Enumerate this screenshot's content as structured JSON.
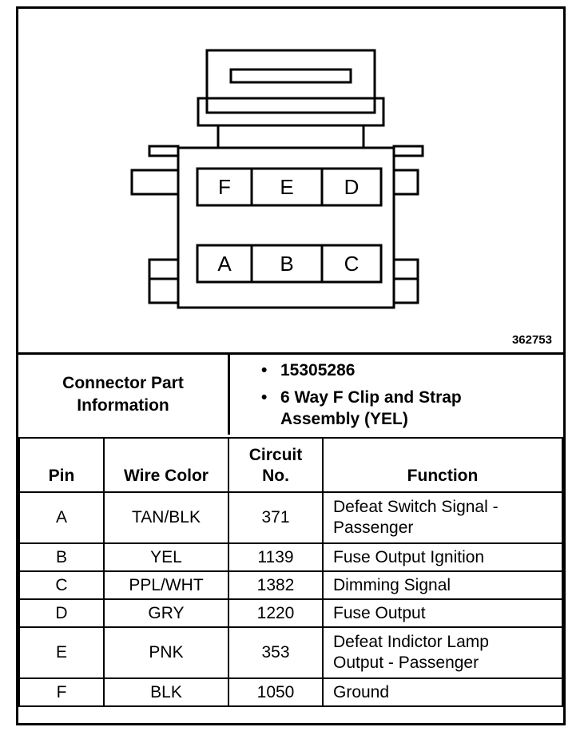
{
  "diagram": {
    "top_row_pins": [
      "F",
      "E",
      "D"
    ],
    "bottom_row_pins": [
      "A",
      "B",
      "C"
    ],
    "figure_id": "362753"
  },
  "connector_info": {
    "label_line1": "Connector Part",
    "label_line2": "Information",
    "bullets": [
      "15305286",
      "6 Way F Clip and Strap Assembly (YEL)"
    ]
  },
  "table": {
    "headers": {
      "pin": "Pin",
      "wire_color": "Wire Color",
      "circuit_line1": "Circuit",
      "circuit_line2": "No.",
      "function": "Function"
    },
    "rows": [
      {
        "pin": "A",
        "wire_color": "TAN/BLK",
        "circuit": "371",
        "function_line1": "Defeat Switch Signal -",
        "function_line2": "Passenger"
      },
      {
        "pin": "B",
        "wire_color": "YEL",
        "circuit": "1139",
        "function_line1": "Fuse Output Ignition",
        "function_line2": ""
      },
      {
        "pin": "C",
        "wire_color": "PPL/WHT",
        "circuit": "1382",
        "function_line1": "Dimming Signal",
        "function_line2": ""
      },
      {
        "pin": "D",
        "wire_color": "GRY",
        "circuit": "1220",
        "function_line1": "Fuse Output",
        "function_line2": ""
      },
      {
        "pin": "E",
        "wire_color": "PNK",
        "circuit": "353",
        "function_line1": "Defeat Indictor Lamp",
        "function_line2": "Output - Passenger"
      },
      {
        "pin": "F",
        "wire_color": "BLK",
        "circuit": "1050",
        "function_line1": "Ground",
        "function_line2": ""
      }
    ]
  }
}
